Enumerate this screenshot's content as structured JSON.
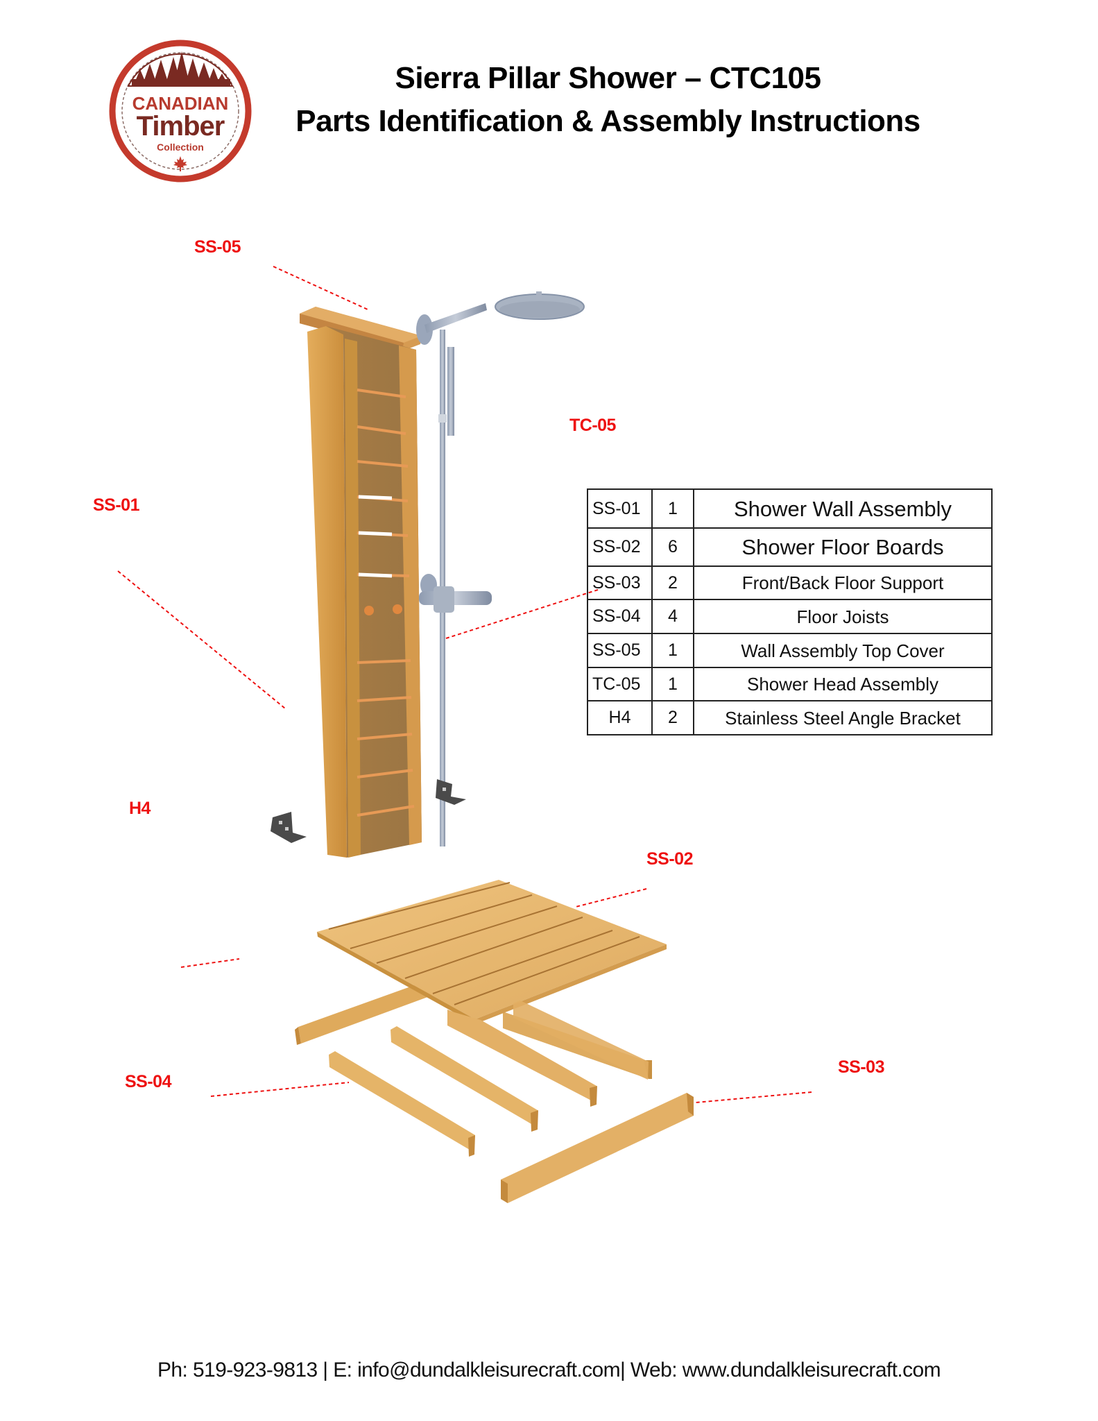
{
  "header": {
    "title_line1": "Sierra Pillar Shower – CTC105",
    "title_line2": "Parts Identification & Assembly Instructions"
  },
  "logo": {
    "line1": "CANADIAN",
    "line2": "Timber",
    "line3": "Collection",
    "icon": "maple-leaf-icon",
    "colors": {
      "ring": "#c0392b",
      "text": "#b73a2e",
      "dark": "#7a2a22"
    }
  },
  "callouts": [
    {
      "id": "SS-05",
      "label": "SS-05"
    },
    {
      "id": "TC-05",
      "label": "TC-05"
    },
    {
      "id": "SS-01",
      "label": "SS-01"
    },
    {
      "id": "H4",
      "label": "H4"
    },
    {
      "id": "SS-02",
      "label": "SS-02"
    },
    {
      "id": "SS-04",
      "label": "SS-04"
    },
    {
      "id": "SS-03",
      "label": "SS-03"
    }
  ],
  "callout_color": "#ee1111",
  "parts_table": {
    "rows": [
      {
        "code": "SS-01",
        "qty": "1",
        "description": "Shower Wall Assembly"
      },
      {
        "code": "SS-02",
        "qty": "6",
        "description": "Shower Floor Boards"
      },
      {
        "code": "SS-03",
        "qty": "2",
        "description": "Front/Back Floor Support"
      },
      {
        "code": "SS-04",
        "qty": "4",
        "description": "Floor Joists"
      },
      {
        "code": "SS-05",
        "qty": "1",
        "description": "Wall Assembly Top Cover"
      },
      {
        "code": "TC-05",
        "qty": "1",
        "description": "Shower Head Assembly"
      },
      {
        "code": "H4",
        "qty": "2",
        "description": "Stainless Steel Angle Bracket"
      }
    ]
  },
  "footer": {
    "text": "Ph: 519-923-9813 | E: info@dundalkleisurecraft.com| Web: www.dundalkleisurecraft.com"
  }
}
